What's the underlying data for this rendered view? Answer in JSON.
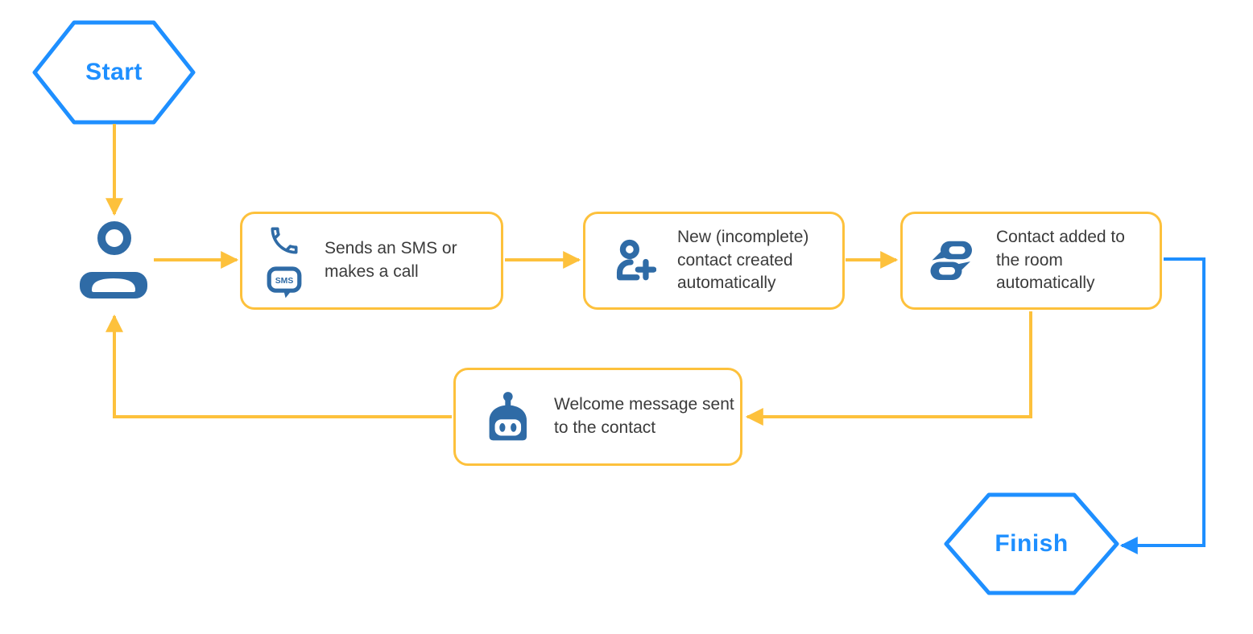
{
  "colors": {
    "yellow": "#FDC13C",
    "blue": "#1E8FFF",
    "icon": "#2F6BA6",
    "ink": "#3B3B3B",
    "bg": "#FFFFFF"
  },
  "nodes": {
    "start": {
      "shape": "hexagon",
      "label": "Start"
    },
    "user": {
      "icon": "person-icon"
    },
    "step_sms_call": {
      "label": "Sends an SMS or makes a call",
      "icons": [
        "phone-icon",
        "sms-icon"
      ],
      "sms_badge": "SMS"
    },
    "step_contact_created": {
      "label": "New (incomplete) contact created automatically",
      "icons": [
        "person-plus-icon"
      ]
    },
    "step_room_added": {
      "label": "Contact added to the room automatically",
      "icons": [
        "chat-bubbles-icon"
      ]
    },
    "step_welcome": {
      "label": "Welcome message sent to the contact",
      "icons": [
        "robot-icon"
      ]
    },
    "finish": {
      "shape": "hexagon",
      "label": "Finish"
    }
  },
  "edges": [
    {
      "from": "start",
      "to": "user",
      "color": "yellow"
    },
    {
      "from": "user",
      "to": "step_sms_call",
      "color": "yellow"
    },
    {
      "from": "step_sms_call",
      "to": "step_contact_created",
      "color": "yellow"
    },
    {
      "from": "step_contact_created",
      "to": "step_room_added",
      "color": "yellow"
    },
    {
      "from": "step_room_added",
      "to": "step_welcome",
      "color": "yellow"
    },
    {
      "from": "step_welcome",
      "to": "user",
      "color": "yellow"
    },
    {
      "from": "step_room_added",
      "to": "finish",
      "color": "blue"
    }
  ]
}
